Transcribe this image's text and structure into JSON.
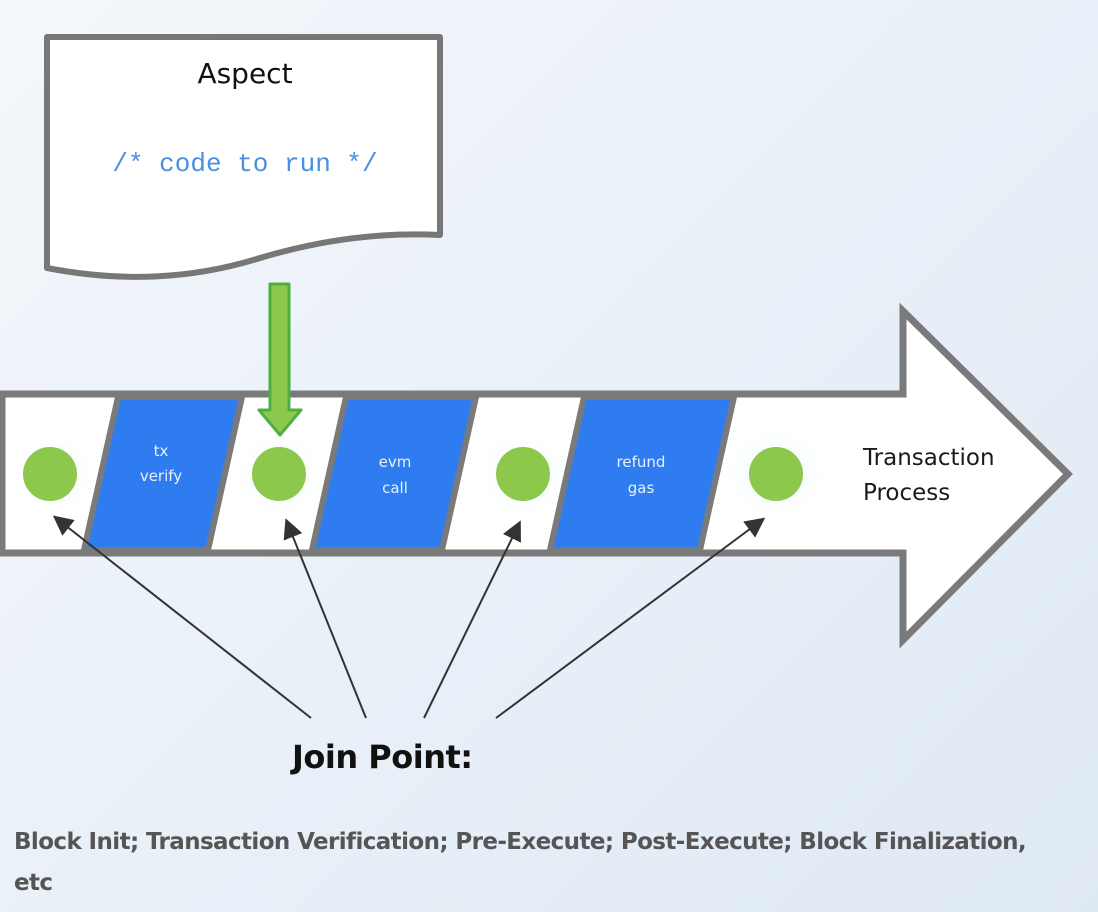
{
  "aspect": {
    "title": "Aspect",
    "code": "/* code to run */"
  },
  "process": {
    "label_line1": "Transaction",
    "label_line2": "Process"
  },
  "stages": [
    {
      "line1": "tx",
      "line2": "verify"
    },
    {
      "line1": "evm",
      "line2": "call"
    },
    {
      "line1": "refund",
      "line2": "gas"
    }
  ],
  "join_points_count": 4,
  "join_point": {
    "title": "Join Point:",
    "description": "Block Init; Transaction Verification; Pre-Execute; Post-Execute; Block Finalization, etc"
  },
  "colors": {
    "stage_fill": "#2f7cf0",
    "join_point_dot": "#8cc84b",
    "inject_arrow": "#6cc04a",
    "outline": "#7a7a7a"
  }
}
